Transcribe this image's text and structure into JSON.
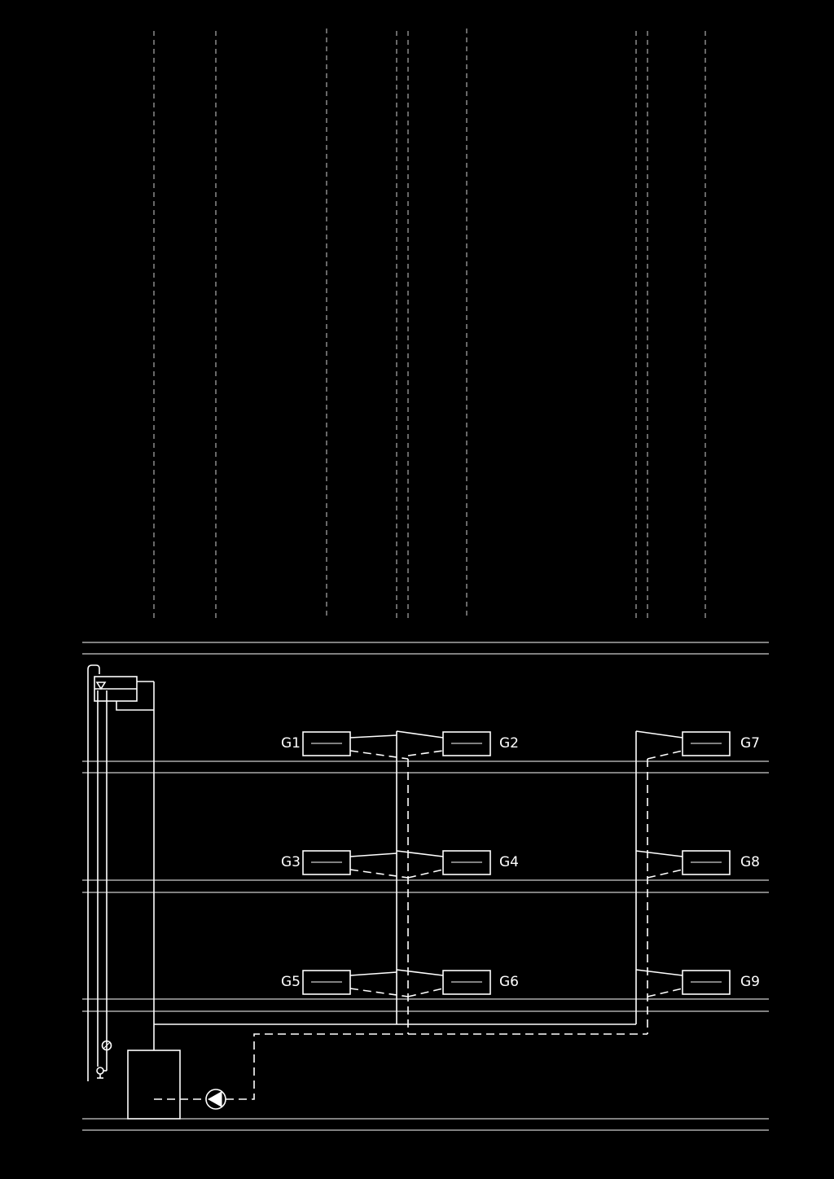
{
  "diagram": {
    "background": "#000000",
    "line_color": "#ffffff",
    "units": [
      {
        "id": "G1",
        "label": "G1"
      },
      {
        "id": "G2",
        "label": "G2"
      },
      {
        "id": "G3",
        "label": "G3"
      },
      {
        "id": "G4",
        "label": "G4"
      },
      {
        "id": "G5",
        "label": "G5"
      },
      {
        "id": "G6",
        "label": "G6"
      },
      {
        "id": "G7",
        "label": "G7"
      },
      {
        "id": "G8",
        "label": "G8"
      },
      {
        "id": "G9",
        "label": "G9"
      }
    ],
    "symbols": [
      "expansion-tank-icon",
      "pressure-gauge-icon",
      "valve-icon",
      "circulation-pump-icon",
      "boiler-icon"
    ]
  }
}
